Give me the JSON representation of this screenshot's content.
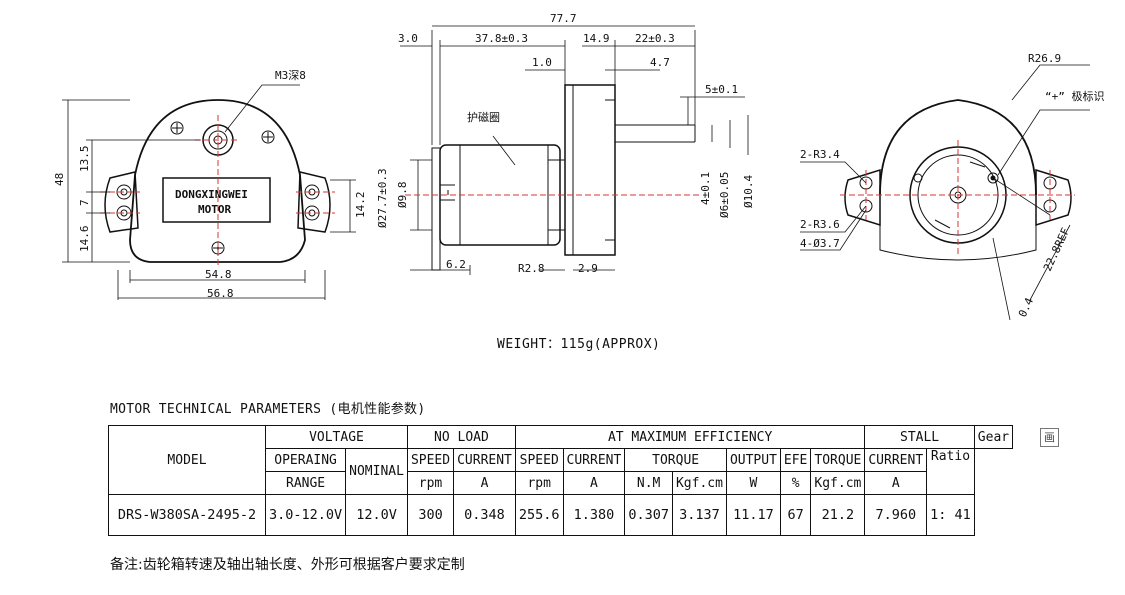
{
  "front_view": {
    "thread_note": "M3深8",
    "brand_line1": "DONGXINGWEI",
    "brand_line2": "MOTOR",
    "dim_height": "48",
    "dim_upper": "13.5",
    "dim_mid": "7",
    "dim_lower": "14.6",
    "dim_tab": "14.2",
    "dim_width_inner": "54.8",
    "dim_width_outer": "56.8"
  },
  "side_view": {
    "dim_total": "77.7",
    "dim_a": "3.0",
    "dim_b": "37.8±0.3",
    "dim_c": "14.9",
    "dim_d": "22±0.3",
    "dim_e": "1.0",
    "dim_f": "4.7",
    "dim_g": "5±0.1",
    "shield_label": "护磁圈",
    "dim_dia_body": "Ø27.7±0.3",
    "dim_dia_boss": "Ø9.8",
    "dim_flat": "4±0.1",
    "dim_shaft": "Ø6±0.05",
    "dim_shaft_outer": "Ø10.4",
    "dim_term": "6.2",
    "dim_radius": "R2.8",
    "dim_h": "2.9"
  },
  "back_view": {
    "dim_r_outer": "R26.9",
    "polarity_note": "“+” 极标识",
    "dim_r1": "2-R3.4",
    "dim_r2": "2-R3.6",
    "dim_holes": "4-Ø3.7",
    "dim_ref": "22.8REF",
    "dim_small": "0.4"
  },
  "weight_label": "WEIGHT：115g(APPROX)",
  "params_title": "MOTOR TECHNICAL PARAMETERS (电机性能参数)",
  "table": {
    "h_model": "MODEL",
    "h_voltage": "VOLTAGE",
    "h_noload": "NO LOAD",
    "h_maxeff": "AT MAXIMUM EFFICIENCY",
    "h_stall": "STALL",
    "h_gear1": "Gear",
    "h_gear2": "Ratio",
    "h_operating1": "OPERAING",
    "h_operating2": "RANGE",
    "h_nominal": "NOMINAL",
    "h_speed": "SPEED",
    "h_current": "CURRENT",
    "h_torque": "TORQUE",
    "h_output": "OUTPUT",
    "h_efe": "EFE",
    "u_rpm": "rpm",
    "u_a": "A",
    "u_nm": "N.M",
    "u_kgfcm": "Kgf.cm",
    "u_w": "W",
    "u_pct": "%",
    "row": {
      "model": "DRS-W380SA-2495-2",
      "range": "3.0-12.0V",
      "nominal": "12.0V",
      "nl_speed": "300",
      "nl_current": "0.348",
      "me_speed": "255.6",
      "me_current": "1.380",
      "me_torque_nm": "0.307",
      "me_torque_kgf": "3.137",
      "me_output": "11.17",
      "me_efe": "67",
      "st_torque": "21.2",
      "st_current": "7.960",
      "gear": "1: 41"
    }
  },
  "footnote": "备注:齿轮箱转速及轴出轴长度、外形可根据客户要求定制",
  "side_icon": "画"
}
